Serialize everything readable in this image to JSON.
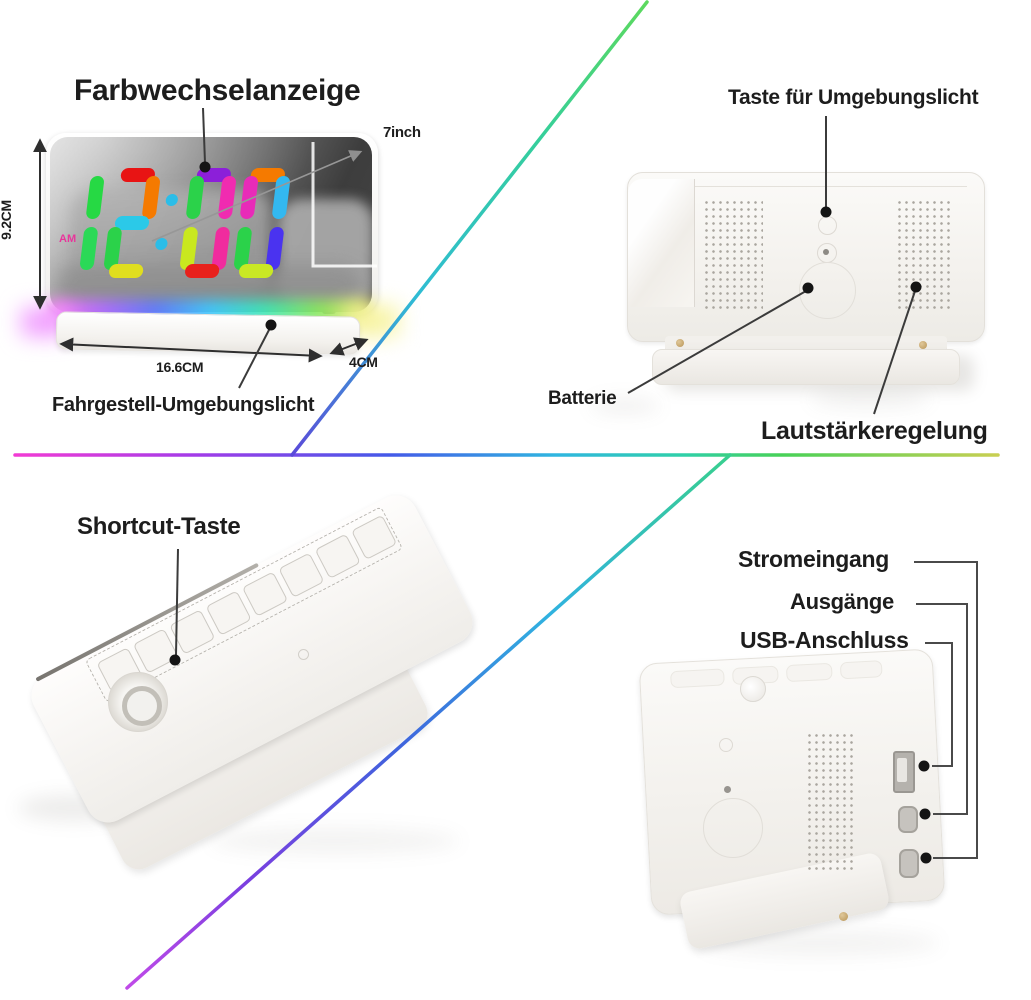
{
  "front_view": {
    "title": "Farbwechselanzeige",
    "diagonal_label": "7inch",
    "height_label": "9.2CM",
    "width_label": "16.6CM",
    "depth_label": "4CM",
    "base_light_label": "Fahrgestell-Umgebungslicht",
    "display": {
      "time": "12:00",
      "am_label": "AM",
      "digits": [
        {
          "char": "1",
          "segments": {
            "tr": "#26d944",
            "br": "#2bd957"
          }
        },
        {
          "char": "2",
          "segments": {
            "top": "#e81414",
            "tr": "#f57a00",
            "mid": "#2bc9e8",
            "bl": "#2bd24a",
            "bottom": "#e0de1f"
          }
        },
        {
          "char": ":",
          "segments": {
            "c1": "#2bbde8",
            "c2": "#2bbde8"
          }
        },
        {
          "char": "0",
          "segments": {
            "top": "#8c1fd9",
            "tl": "#2bd24a",
            "tr": "#f02bb0",
            "bl": "#c9e81f",
            "br": "#f02b9e",
            "bottom": "#e8211c"
          }
        },
        {
          "char": "0",
          "segments": {
            "top": "#f57a00",
            "tl": "#e82bb8",
            "tr": "#33b8f0",
            "bl": "#2bd24a",
            "br": "#4a33f0",
            "bottom": "#c9e824"
          }
        }
      ],
      "colon_color": "#2bbde8",
      "am_color": "#e8359b"
    },
    "base_glow_colors": [
      "#ff7bf0",
      "#b06bff",
      "#5f7bff",
      "#3fc8ff",
      "#3fe8b8",
      "#8ae85f",
      "#f0e86b"
    ]
  },
  "back_view": {
    "ambient_button_label": "Taste für Umgebungslicht",
    "battery_label": "Batterie",
    "volume_label": "Lautstärkeregelung"
  },
  "side_view": {
    "shortcut_label": "Shortcut-Taste"
  },
  "ports_view": {
    "power_label": "Stromeingang",
    "outputs_label": "Ausgänge",
    "usb_label": "USB-Anschluss"
  },
  "decor": {
    "divider_horizontal_colors": [
      "#f23bd4",
      "#a43be8",
      "#4459e8",
      "#2fb6e0",
      "#2fd0a8",
      "#47d157",
      "#c9cf52"
    ],
    "diagonal_upper_colors": [
      "#5a4ad9",
      "#2fbcd4",
      "#35cf9b",
      "#5cd95e"
    ],
    "diagonal_lower_colors": [
      "#38cf8e",
      "#30b2e0",
      "#3f63dd",
      "#7a3fe0",
      "#c04ae8"
    ],
    "annotation_line_color": "#3b3b3b"
  }
}
